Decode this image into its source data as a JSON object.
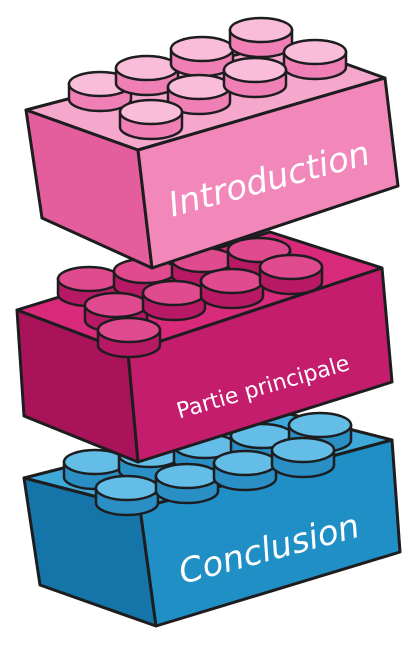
{
  "bricks": [
    {
      "label": "Introduction",
      "colors": {
        "top": "#f6a8cc",
        "left": "#e45d9d",
        "right": "#f287ba",
        "stud_top": "#f9bdd9",
        "stud_side": "#ef7fb5"
      }
    },
    {
      "label": "Partie principale",
      "colors": {
        "top": "#d8297a",
        "left": "#a8135a",
        "right": "#c51d6d",
        "stud_top": "#e04a8e",
        "stud_side": "#b81964"
      }
    },
    {
      "label": "Conclusion",
      "colors": {
        "top": "#3fa9da",
        "left": "#1675a8",
        "right": "#1f8fc6",
        "stud_top": "#63bde6",
        "stud_side": "#2a8fc4"
      }
    }
  ],
  "outline_color": "#1d1d1f"
}
